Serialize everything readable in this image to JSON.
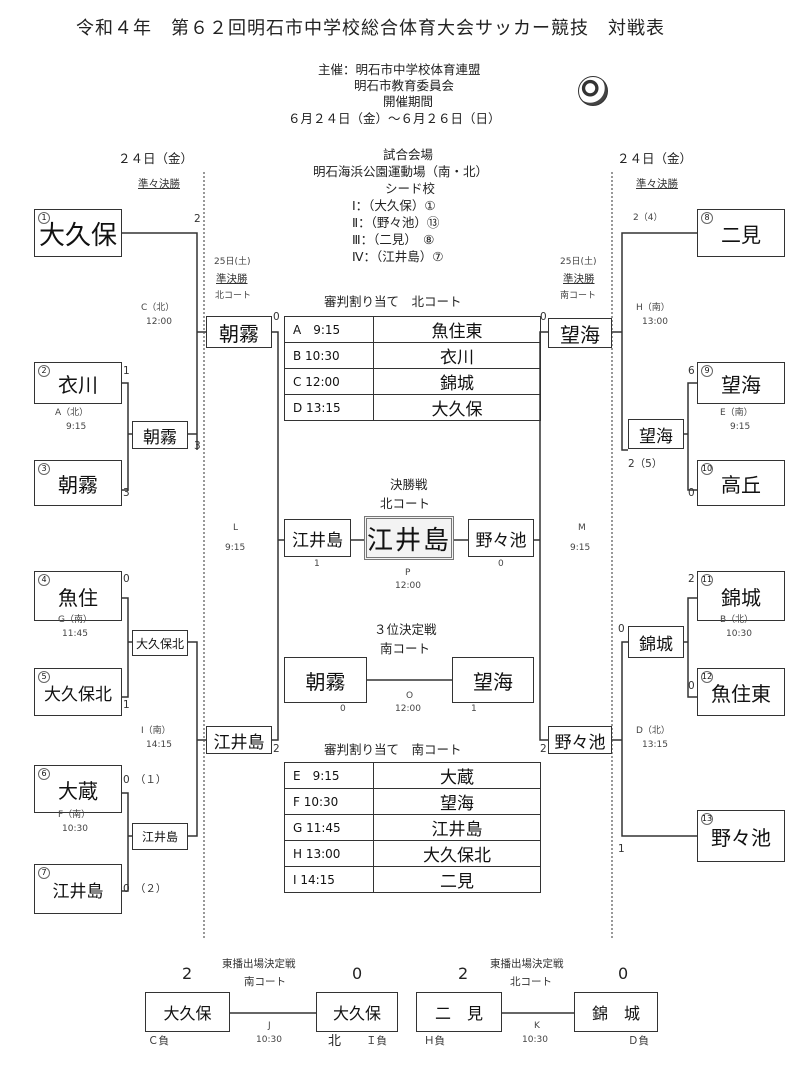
{
  "title": "令和４年　第６２回明石市中学校総合体育大会サッカー競技　対戦表",
  "organizer": {
    "host": "主催：明石市中学校体育連盟",
    "board": "明石市教育委員会",
    "period_label": "開催期間",
    "period": "６月２４日（金）～６月２６日（日）",
    "venue_label": "試合会場",
    "venue": "明石海浜公園運動場（南・北）",
    "seed_label": "シード校",
    "seeds": [
      "Ⅰ：（大久保）①",
      "Ⅱ：（野々池）⑬",
      "Ⅲ：（二見）　⑧",
      "Ⅳ：（江井島）⑦"
    ]
  },
  "left": {
    "date": "２４日（金）",
    "round_label": "準々決勝",
    "teams": [
      {
        "seed": "1",
        "name": "大久保"
      },
      {
        "seed": "2",
        "name": "衣川"
      },
      {
        "seed": "3",
        "name": "朝霧"
      },
      {
        "seed": "4",
        "name": "魚住"
      },
      {
        "seed": "5",
        "name": "大久保北"
      },
      {
        "seed": "6",
        "name": "大蔵"
      },
      {
        "seed": "7",
        "name": "江井島"
      }
    ],
    "r1_winners": [
      "朝霧",
      "大久保北",
      "江井島"
    ],
    "semi_teams": [
      "朝霧",
      "江井島"
    ],
    "scores": {
      "t1": "2",
      "t2": "1",
      "t3": "3",
      "t3b": "3",
      "t4": "0",
      "t5": "1",
      "t6": "0　（１）",
      "t7": "0　（２）",
      "semi1": "0",
      "semi2": "2"
    },
    "matches": {
      "A": "A（北）",
      "A_time": "9:15",
      "C": "C（北）",
      "C_time": "12:00",
      "G": "G（南）",
      "G_time": "11:45",
      "I": "I（南）",
      "I_time": "14:15",
      "F": "F（南）",
      "F_time": "10:30",
      "L": "L",
      "L_time": "9:15"
    },
    "semi_date": "25日(土)",
    "semi_label": "準決勝",
    "semi_court": "北コート"
  },
  "right": {
    "date": "２４日（金）",
    "round_label": "準々決勝",
    "teams": [
      {
        "seed": "8",
        "name": "二見"
      },
      {
        "seed": "9",
        "name": "望海"
      },
      {
        "seed": "10",
        "name": "高丘"
      },
      {
        "seed": "11",
        "name": "錦城"
      },
      {
        "seed": "12",
        "name": "魚住東"
      },
      {
        "seed": "13",
        "name": "野々池"
      }
    ],
    "r1_winners": [
      "望海",
      "錦城"
    ],
    "semi_teams": [
      "望海",
      "野々池"
    ],
    "scores": {
      "t8": "2（4）",
      "t9": "6",
      "t10": "0",
      "t9b": "2（5）",
      "t11": "2",
      "t12": "0",
      "t13": "1",
      "semi1": "0",
      "semi2": "2",
      "cj": "0"
    },
    "matches": {
      "H": "H（南）",
      "H_time": "13:00",
      "E": "E（南）",
      "E_time": "9:15",
      "B": "B（北）",
      "B_time": "10:30",
      "D": "D（北）",
      "D_time": "13:15",
      "M": "M",
      "M_time": "9:15"
    },
    "semi_date": "25日(土)",
    "semi_label": "準決勝",
    "semi_court": "南コート"
  },
  "north_schedule": {
    "title": "審判割り当て　北コート",
    "rows": [
      {
        "slot": "A　9:15",
        "team": "魚住東"
      },
      {
        "slot": "B 10:30",
        "team": "衣川"
      },
      {
        "slot": "C 12:00",
        "team": "錦城"
      },
      {
        "slot": "D 13:15",
        "team": "大久保"
      }
    ]
  },
  "south_schedule": {
    "title": "審判割り当て　南コート",
    "rows": [
      {
        "slot": "E　9:15",
        "team": "大蔵"
      },
      {
        "slot": "F 10:30",
        "team": "望海"
      },
      {
        "slot": "G 11:45",
        "team": "江井島"
      },
      {
        "slot": "H 13:00",
        "team": "大久保北"
      },
      {
        "slot": "I 14:15",
        "team": "二見"
      }
    ]
  },
  "final": {
    "label": "決勝戦",
    "court": "北コート",
    "left_team": "江井島",
    "right_team": "野々池",
    "champion": "江井島",
    "left_score": "1",
    "right_score": "0",
    "match": "P",
    "time": "12:00"
  },
  "third_place": {
    "label": "３位決定戦",
    "court": "南コート",
    "left_team": "朝霧",
    "right_team": "望海",
    "left_score": "0",
    "right_score": "1",
    "match": "O",
    "time": "12:00"
  },
  "tohan": [
    {
      "label": "東播出場決定戦",
      "court": "南コート",
      "left_team": "大久保",
      "right_team": "大久保",
      "right_team_suffix": "北",
      "left_score": "2",
      "right_score": "0",
      "match": "J",
      "time": "10:30",
      "left_note": "Ｃ負",
      "right_note": "Ｉ負"
    },
    {
      "label": "東播出場決定戦",
      "court": "北コート",
      "left_team": "二　見",
      "right_team": "錦　城",
      "left_score": "2",
      "right_score": "0",
      "match": "K",
      "time": "10:30",
      "left_note": "Ｈ負",
      "right_note": "Ｄ負"
    }
  ]
}
